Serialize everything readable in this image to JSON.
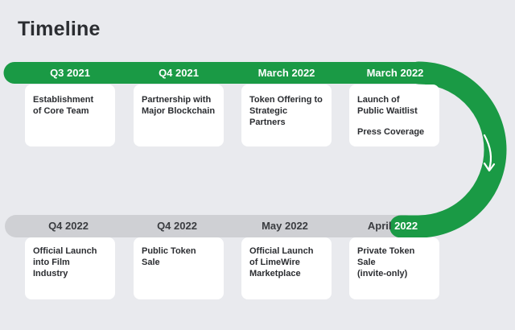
{
  "title": "Timeline",
  "colors": {
    "accent": "#1a9a45",
    "track_gray": "#cfd0d4",
    "background": "#e9eaee"
  },
  "top_row": [
    {
      "label": "Q3 2021",
      "lines": [
        "Establishment",
        "of Core Team"
      ]
    },
    {
      "label": "Q4 2021",
      "lines": [
        "Partnership with",
        "Major Blockchain"
      ]
    },
    {
      "label": "March 2022",
      "lines": [
        "Token Offering to",
        "Strategic Partners"
      ]
    },
    {
      "label": "March 2022",
      "lines": [
        "Launch of",
        "Public Waitlist"
      ],
      "extra": "Press Coverage"
    }
  ],
  "bottom_row": [
    {
      "label": "Q4 2022",
      "lines": [
        "Official Launch",
        "into Film Industry"
      ]
    },
    {
      "label": "Q4 2022",
      "lines": [
        "Public Token Sale"
      ]
    },
    {
      "label": "May 2022",
      "lines": [
        "Official Launch",
        "of LimeWire",
        "Marketplace"
      ]
    },
    {
      "label_part1": "April",
      "label_part2": "2022",
      "lines": [
        "Private Token Sale",
        "(invite-only)"
      ]
    }
  ]
}
